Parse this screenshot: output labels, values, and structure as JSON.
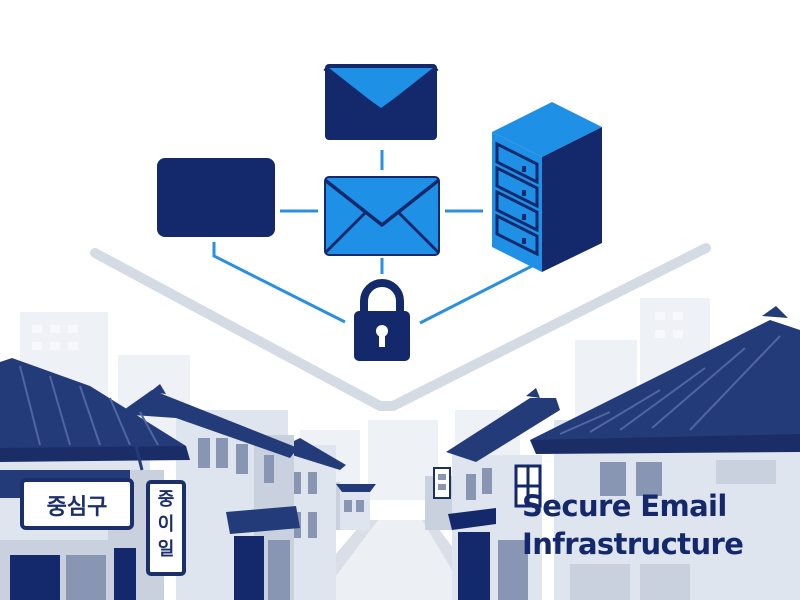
{
  "headline": {
    "line1": "Secure Email",
    "line2": "Infrastructure"
  },
  "signs": {
    "left_sign": "중심구",
    "vertical_sign": [
      "중",
      "이",
      "일"
    ]
  },
  "icons": {
    "top_envelope": "envelope-icon",
    "center_envelope": "envelope-icon",
    "left_panel": "device-panel-icon",
    "server": "server-rack-icon",
    "lock": "padlock-icon"
  },
  "colors": {
    "navy": "#13296b",
    "blue": "#1e90e6",
    "connector": "#2b8fe0",
    "light_building": "#dfe5ee",
    "mid_building": "#c9d1de",
    "roof": "#243b7a"
  }
}
